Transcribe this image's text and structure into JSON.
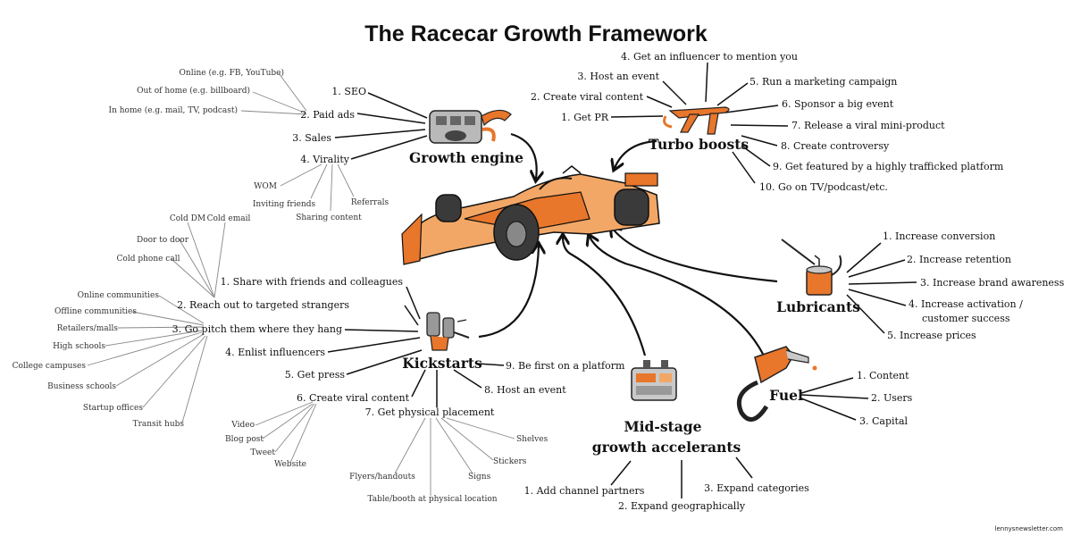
{
  "title": "The Racecar Growth Framework",
  "credit": "lennysnewsletter.com",
  "growth_engine": {
    "heading": "Growth engine",
    "items": [
      "1. SEO",
      "2. Paid ads",
      "3. Sales",
      "4. Virality"
    ],
    "paid_ads_sub": [
      "Online (e.g. FB, YouTube)",
      "Out of home (e.g. billboard)",
      "In home (e.g. mail, TV, podcast)"
    ],
    "virality_sub": [
      "WOM",
      "Inviting friends",
      "Sharing content",
      "Referrals"
    ]
  },
  "turbo_boosts": {
    "heading": "Turbo boosts",
    "items": [
      "1. Get PR",
      "2. Create viral content",
      "3. Host an event",
      "4. Get an influencer to mention you",
      "5. Run a marketing campaign",
      "6. Sponsor a big event",
      "7. Release a viral mini-product",
      "8. Create controversy",
      "9. Get featured by a highly trafficked platform",
      "10. Go on TV/podcast/etc."
    ]
  },
  "lubricants": {
    "heading": "Lubricants",
    "items": [
      "1. Increase conversion",
      "2. Increase retention",
      "3. Increase brand awareness",
      "4. Increase activation /",
      "customer success",
      "5. Increase prices"
    ]
  },
  "fuel": {
    "heading": "Fuel",
    "items": [
      "1. Content",
      "2. Users",
      "3. Capital"
    ]
  },
  "mid_stage": {
    "heading_line1": "Mid-stage",
    "heading_line2": "growth accelerants",
    "items": [
      "1. Add channel partners",
      "2. Expand geographically",
      "3. Expand categories"
    ]
  },
  "kickstarts": {
    "heading": "Kickstarts",
    "items": [
      "1. Share with friends and colleagues",
      "2. Reach out to targeted strangers",
      "3. Go pitch them where they hang",
      "4. Enlist influencers",
      "5. Get press",
      "6. Create viral content",
      "7. Get physical placement",
      "8. Host an event",
      "9. Be first on a platform"
    ],
    "strangers_sub": [
      "Cold DM",
      "Cold email",
      "Door to door",
      "Cold phone call"
    ],
    "hang_sub": [
      "Online communities",
      "Offline communities",
      "Retailers/malls",
      "High schools",
      "College campuses",
      "Business schools",
      "Startup offices",
      "Transit hubs"
    ],
    "viral_sub": [
      "Video",
      "Blog post",
      "Tweet",
      "Website"
    ],
    "placement_sub": [
      "Shelves",
      "Stickers",
      "Signs",
      "Flyers/handouts",
      "Table/booth at physical location"
    ]
  },
  "colors": {
    "orange": "#e8762b",
    "light_orange": "#f2a766",
    "tire": "#3a3a3a",
    "ink": "#111111",
    "grey_line": "#888888"
  },
  "icons": [
    "racecar-icon",
    "engine-icon",
    "turbo-spoiler-icon",
    "oil-can-icon",
    "fuel-nozzle-icon",
    "battery-icon",
    "pedals-icon"
  ]
}
